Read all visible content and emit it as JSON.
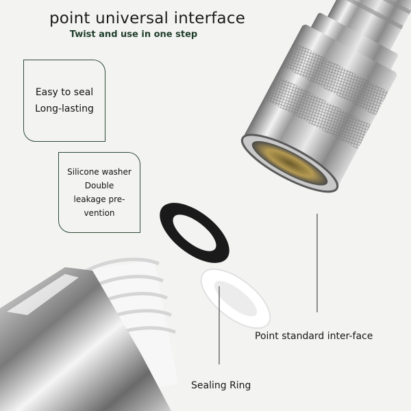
{
  "title": "point universal interface",
  "subtitle": "Twist and use in one step",
  "callouts": [
    {
      "lines": [
        "Easy to seal",
        "Long-lasting"
      ]
    },
    {
      "lines": [
        "Silicone washer",
        "Double",
        "leakage pre-",
        "vention"
      ]
    }
  ],
  "labels": {
    "interface": "Point standard inter-face",
    "sealing_ring": "Sealing Ring"
  },
  "colors": {
    "accent_green": "#1f3d2a",
    "callout_border": "#2e4a36",
    "background": "#f3f3f2"
  }
}
